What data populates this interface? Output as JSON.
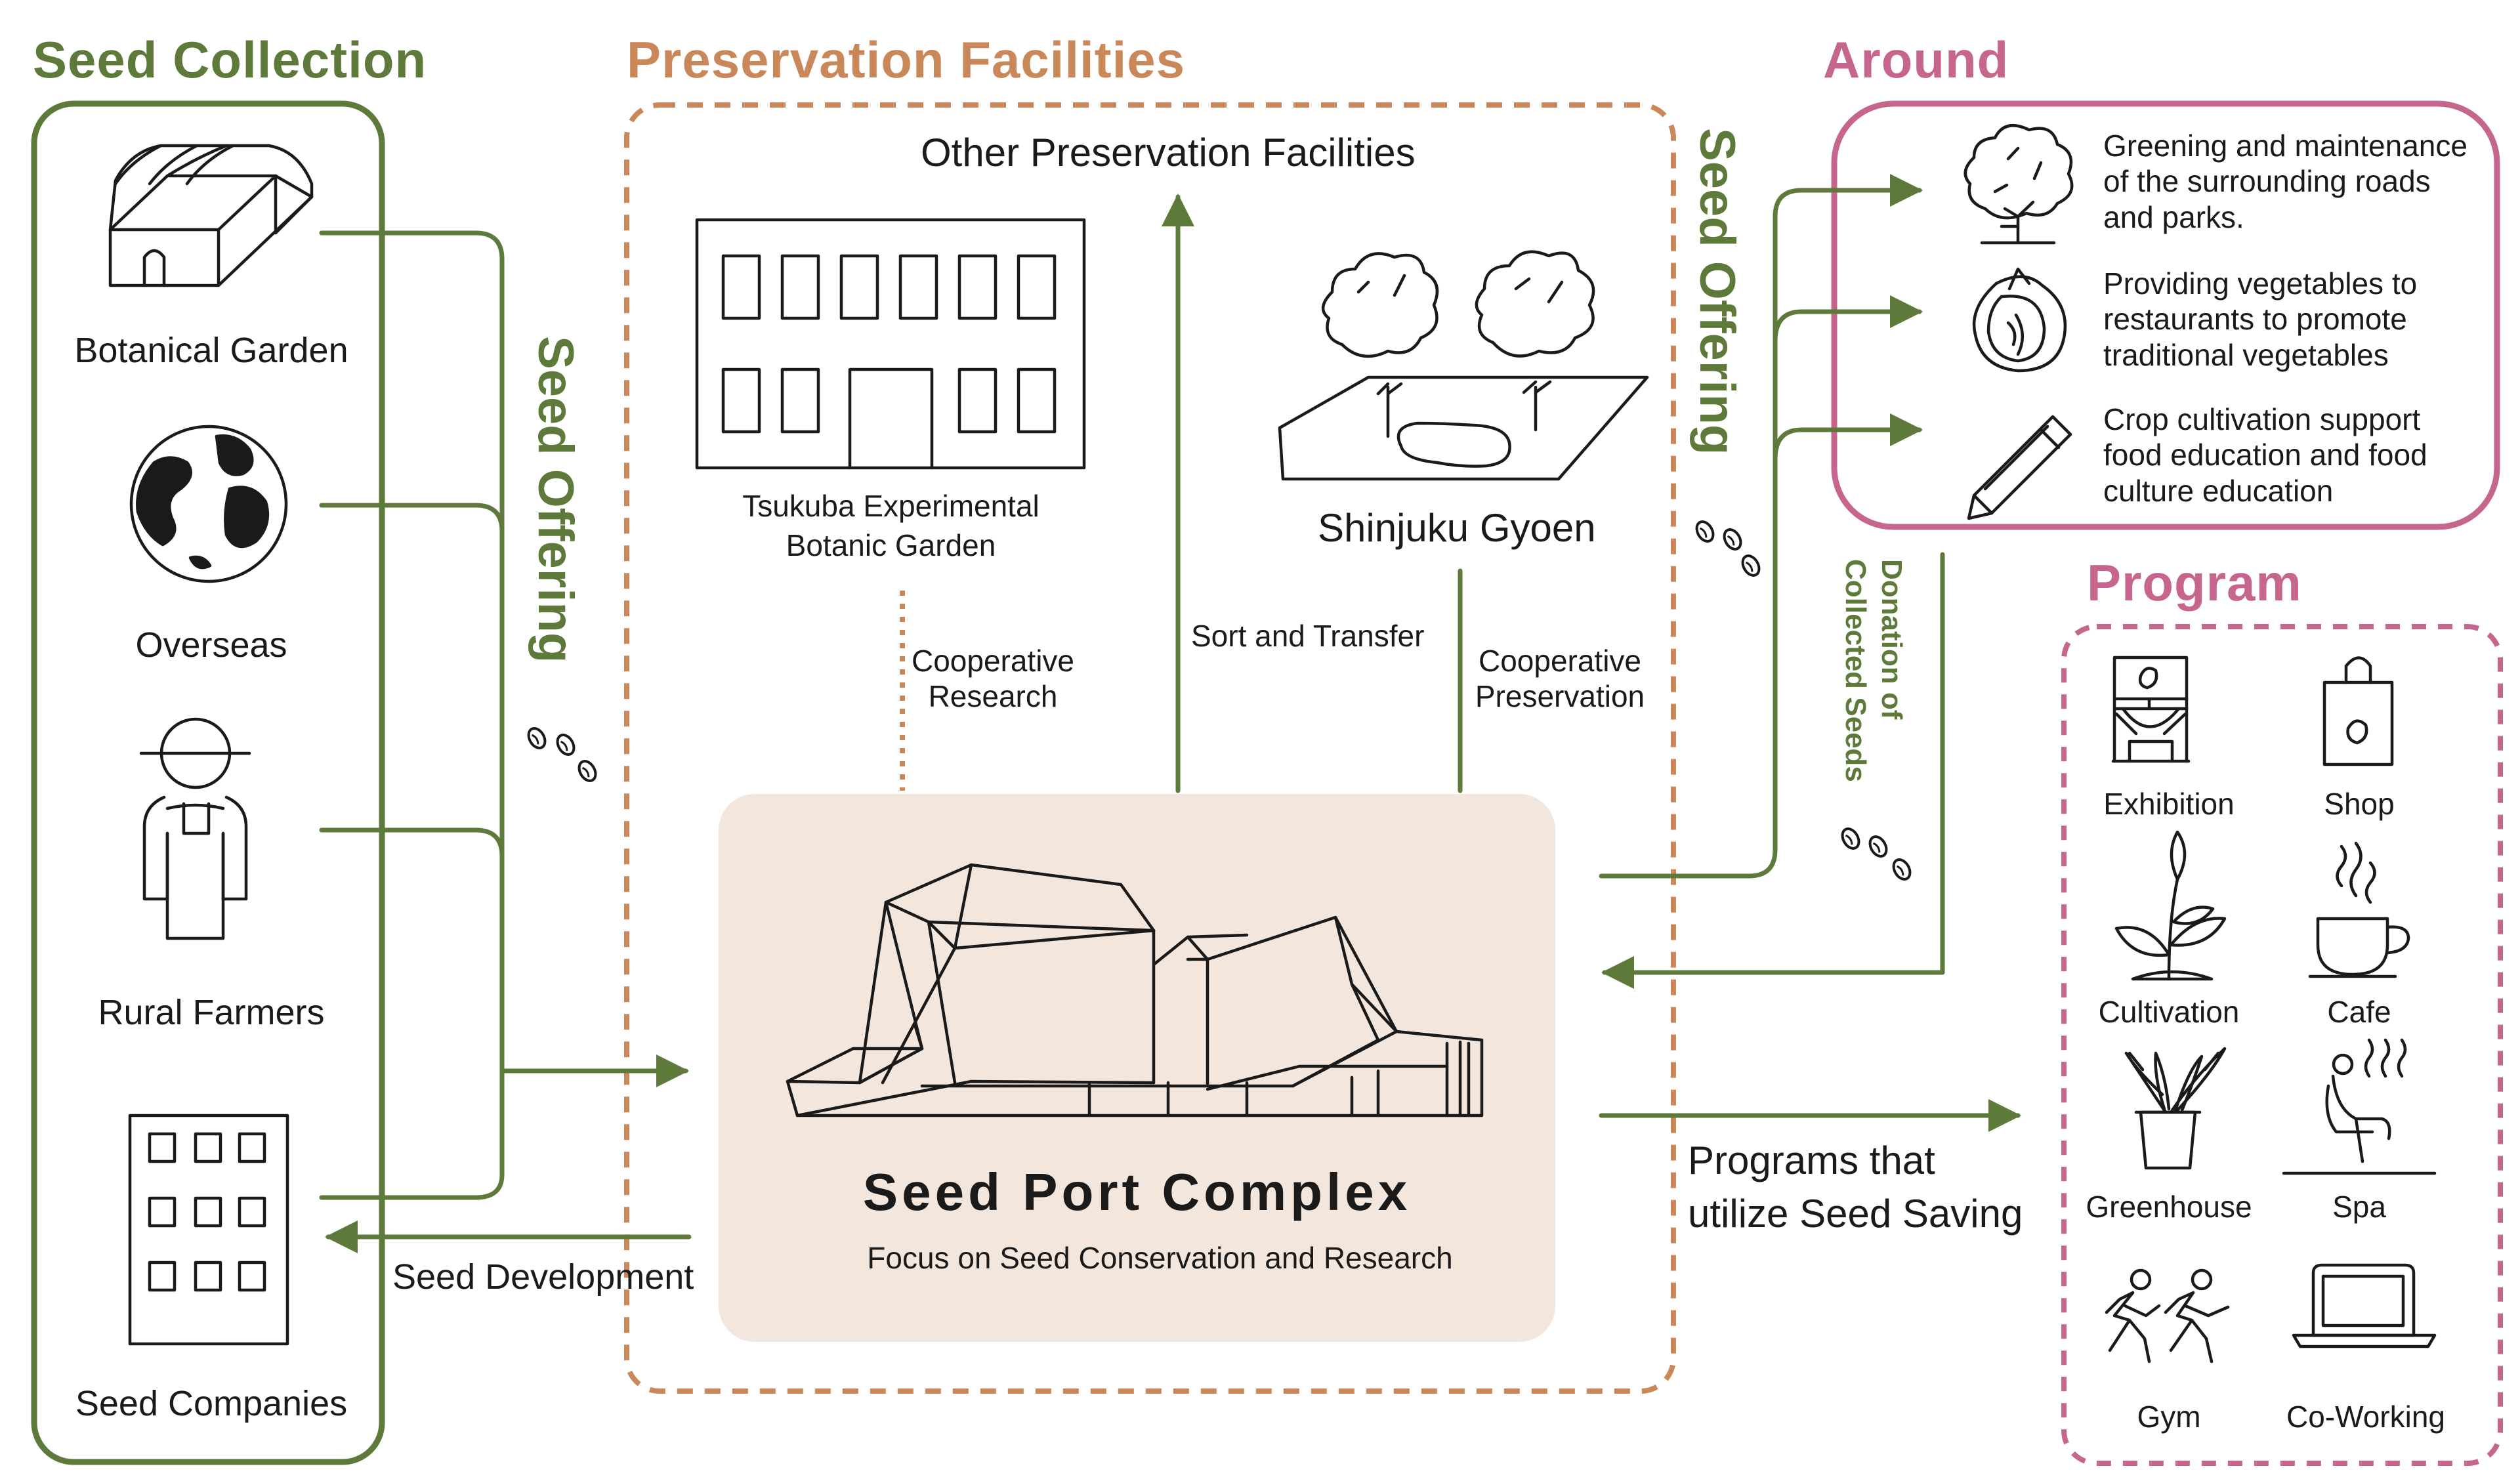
{
  "colors": {
    "green": "#5e7a3a",
    "orange": "#c9875a",
    "pink": "#c6668c",
    "core_fill": "#f3e6dc",
    "ink": "#1a1a1a"
  },
  "sections": {
    "seed_collection": "Seed Collection",
    "preservation": "Preservation Facilities",
    "around": "Around",
    "program": "Program"
  },
  "sources": [
    {
      "label": "Botanical Garden",
      "icon": "greenhouse-icon"
    },
    {
      "label": "Overseas",
      "icon": "globe-icon"
    },
    {
      "label": "Rural Farmers",
      "icon": "farmer-icon"
    },
    {
      "label": "Seed Companies",
      "icon": "office-building-icon"
    }
  ],
  "flows": {
    "seed_offering_left": "Seed Offering",
    "seed_offering_right": "Seed Offering",
    "seed_development": "Seed Development",
    "sort_transfer": "Sort and Transfer",
    "coop_research": "Cooperative\nResearch",
    "coop_preservation": "Cooperative\nPreservation",
    "donation": "Donation of\nCollected Seeds",
    "programs_util": "Programs that\nutilize Seed Saving"
  },
  "facilities": {
    "other": "Other Preservation Facilities",
    "tsukuba": "Tsukuba Experimental\nBotanic Garden",
    "shinjuku": "Shinjuku Gyoen"
  },
  "core": {
    "title": "Seed Port Complex",
    "subtitle": "Focus on Seed Conservation and Research"
  },
  "around_items": [
    {
      "text": "Greening and maintenance\nof the surrounding roads\nand parks.",
      "icon": "tree-icon"
    },
    {
      "text": "Providing vegetables to\nrestaurants to promote\ntraditional vegetables",
      "icon": "cabbage-icon"
    },
    {
      "text": "Crop cultivation support\nfood education and food\nculture education",
      "icon": "pencil-icon"
    }
  ],
  "programs": [
    {
      "label": "Exhibition",
      "icon": "exhibition-icon"
    },
    {
      "label": "Shop",
      "icon": "shop-bag-icon"
    },
    {
      "label": "Cultivation",
      "icon": "sprout-icon"
    },
    {
      "label": "Cafe",
      "icon": "coffee-cup-icon"
    },
    {
      "label": "Greenhouse",
      "icon": "potted-plant-icon"
    },
    {
      "label": "Spa",
      "icon": "spa-icon"
    },
    {
      "label": "Gym",
      "icon": "runners-icon"
    },
    {
      "label": "Co-Working",
      "icon": "laptop-icon"
    }
  ]
}
